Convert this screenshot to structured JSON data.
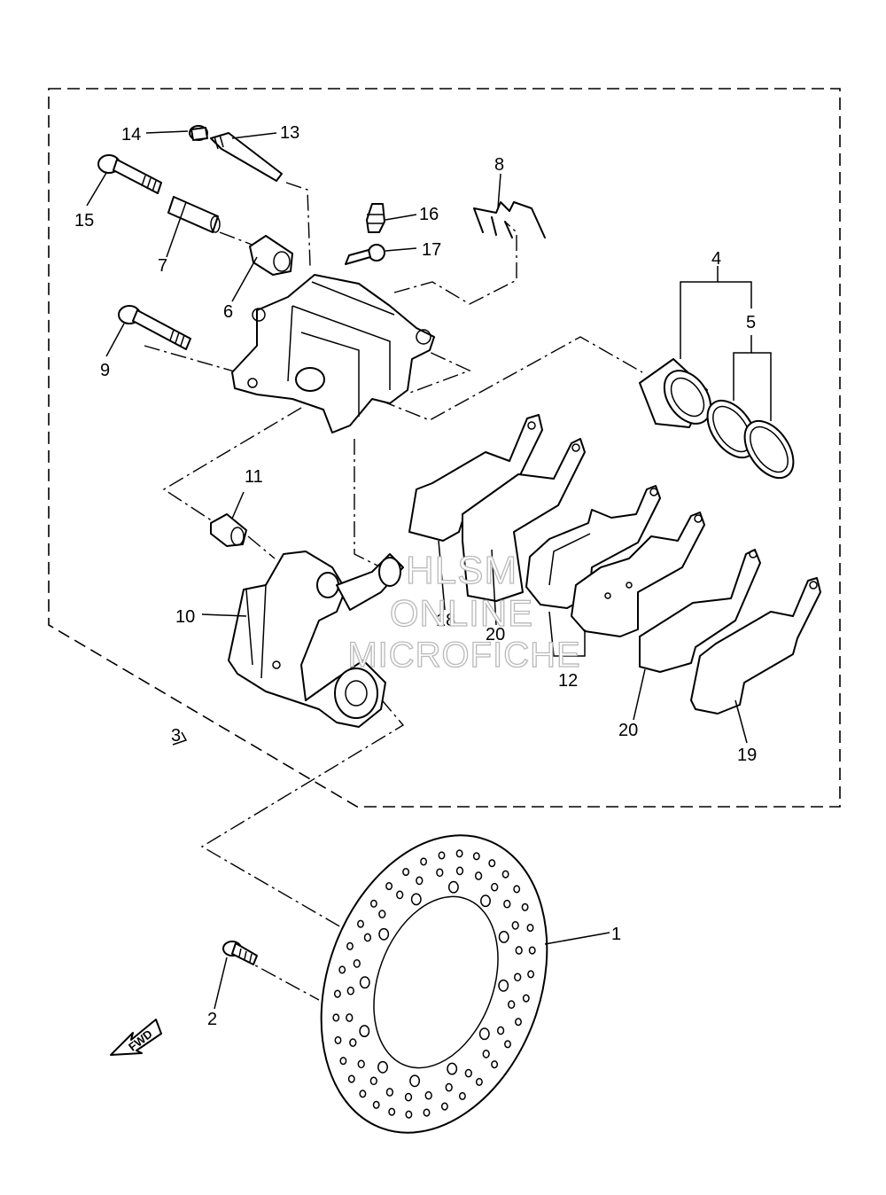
{
  "callouts": [
    {
      "id": "1",
      "label": "1"
    },
    {
      "id": "2",
      "label": "2"
    },
    {
      "id": "3",
      "label": "3"
    },
    {
      "id": "4",
      "label": "4"
    },
    {
      "id": "5",
      "label": "5"
    },
    {
      "id": "6",
      "label": "6"
    },
    {
      "id": "7",
      "label": "7"
    },
    {
      "id": "8",
      "label": "8"
    },
    {
      "id": "9",
      "label": "9"
    },
    {
      "id": "10",
      "label": "10"
    },
    {
      "id": "11",
      "label": "11"
    },
    {
      "id": "12",
      "label": "12"
    },
    {
      "id": "13",
      "label": "13"
    },
    {
      "id": "14",
      "label": "14"
    },
    {
      "id": "15",
      "label": "15"
    },
    {
      "id": "16",
      "label": "16"
    },
    {
      "id": "17",
      "label": "17"
    },
    {
      "id": "18",
      "label": "18"
    },
    {
      "id": "19",
      "label": "19"
    },
    {
      "id": "20a",
      "label": "20"
    },
    {
      "id": "20b",
      "label": "20"
    }
  ],
  "watermark": {
    "line1": "HLSM",
    "line2": "ONLINE",
    "line3": "MICROFICHE"
  },
  "fwd_label": "FWD"
}
